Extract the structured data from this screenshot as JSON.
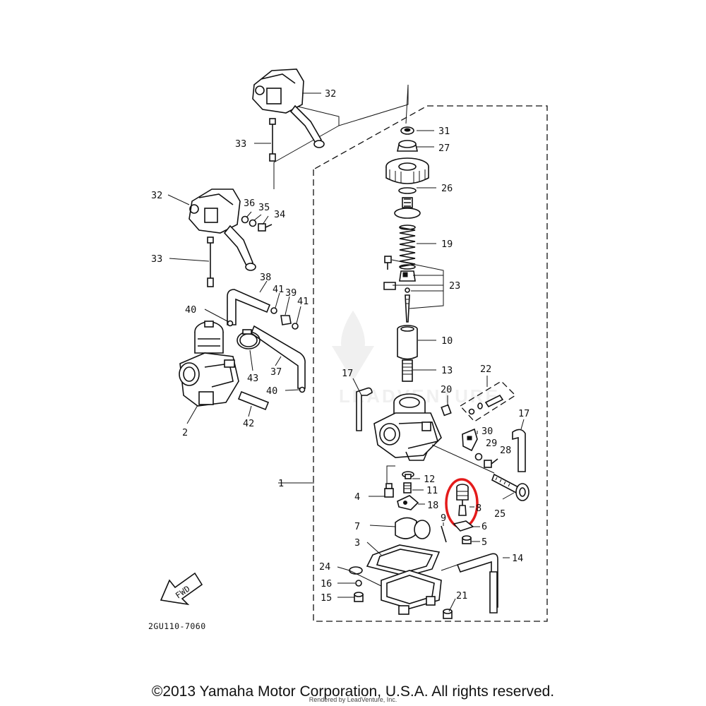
{
  "diagram_code": "2GU110-7060",
  "fwd_label": "FWD",
  "watermark": "LEADVENTURE",
  "copyright": "©2013 Yamaha Motor Corporation, U.S.A. All rights reserved.",
  "rendered_by": "Rendered by LeadVenture, Inc.",
  "highlight_color": "#e41b1b",
  "highlighted_part": "8",
  "callouts": {
    "c1": "1",
    "c2": "2",
    "c3": "3",
    "c4": "4",
    "c5": "5",
    "c6": "6",
    "c7": "7",
    "c8": "8",
    "c9": "9",
    "c10": "10",
    "c11": "11",
    "c12": "12",
    "c13": "13",
    "c14": "14",
    "c15": "15",
    "c16": "16",
    "c17a": "17",
    "c17b": "17",
    "c18": "18",
    "c19": "19",
    "c20": "20",
    "c21": "21",
    "c22": "22",
    "c23": "23",
    "c24": "24",
    "c25": "25",
    "c26": "26",
    "c27": "27",
    "c28": "28",
    "c29": "29",
    "c30": "30",
    "c31": "31",
    "c32a": "32",
    "c32b": "32",
    "c33a": "33",
    "c33b": "33",
    "c34": "34",
    "c35": "35",
    "c36": "36",
    "c37": "37",
    "c38": "38",
    "c39": "39",
    "c40a": "40",
    "c40b": "40",
    "c41a": "41",
    "c41b": "41",
    "c42": "42",
    "c43": "43"
  }
}
